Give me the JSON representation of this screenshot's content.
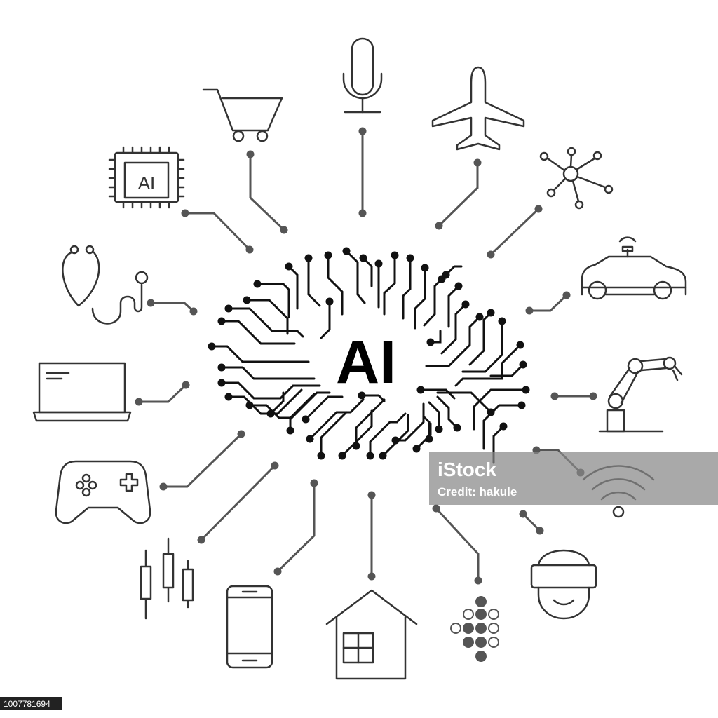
{
  "center_label": "AI",
  "chip_label": "AI",
  "watermark": {
    "brand": "iStock",
    "credit_label": "Credit: hakule"
  },
  "stock_id": "1007781694",
  "icons": [
    "microphone-icon",
    "airplane-icon",
    "network-node-icon",
    "car-icon",
    "robot-arm-icon",
    "wifi-icon",
    "vr-headset-icon",
    "dot-matrix-icon",
    "house-icon",
    "smartphone-icon",
    "candlestick-chart-icon",
    "game-controller-icon",
    "laptop-icon",
    "stethoscope-icon",
    "ai-chip-icon",
    "shopping-cart-icon"
  ],
  "colors": {
    "line": "#333333",
    "brain": "#111111",
    "background": "#ffffff"
  }
}
